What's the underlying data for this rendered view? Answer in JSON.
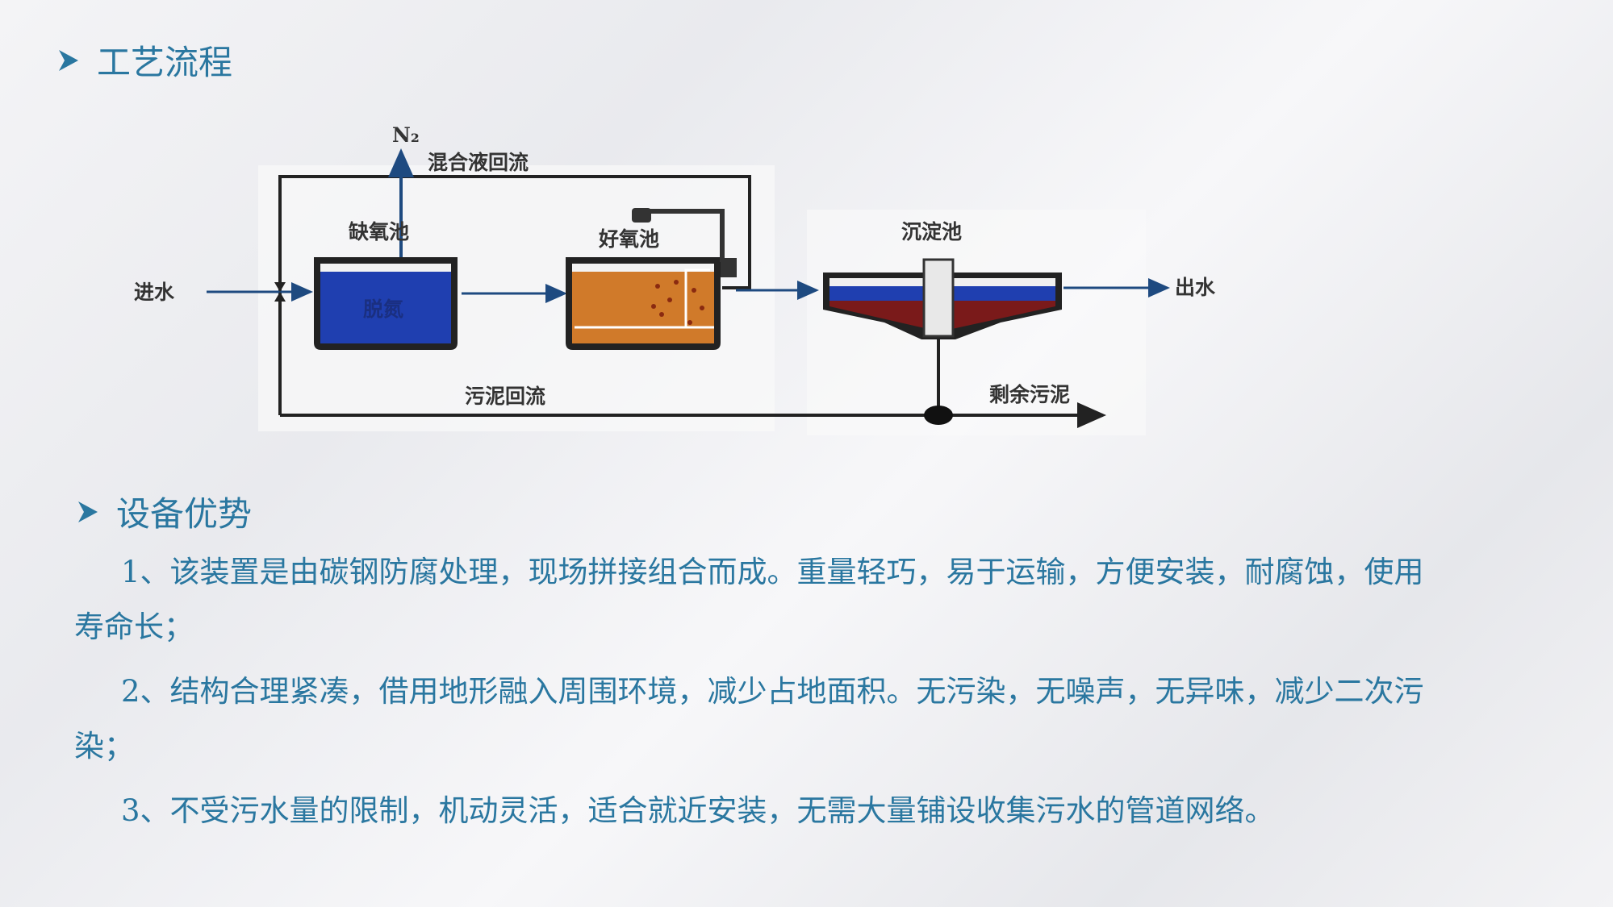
{
  "section1": {
    "title": "工艺流程",
    "icon": "triangle-bullet-icon"
  },
  "diagram": {
    "n2": "N₂",
    "mixed_return": "混合液回流",
    "anoxic_tank": "缺氧池",
    "anoxic_inner": "脱氮",
    "aerobic_tank": "好氧池",
    "settling_tank": "沉淀池",
    "inlet": "进水",
    "outlet": "出水",
    "sludge_return": "污泥回流",
    "excess_sludge": "剩余污泥",
    "colors": {
      "anoxic": "#1f3fb0",
      "aerobic": "#d07a2a",
      "sludge": "#7a1a1a",
      "line": "#222222",
      "arrow": "#1e4a80"
    }
  },
  "section2": {
    "title": "设备优势",
    "icon": "triangle-bullet-icon"
  },
  "paragraphs": [
    "1、该装置是由碳钢防腐处理，现场拼接组合而成。重量轻巧，易于运输，方便安装，耐腐蚀，使用寿命长；",
    "2、结构合理紧凑，借用地形融入周围环境，减少占地面积。无污染，无噪声，无异味，减少二次污染；",
    "3、不受污水量的限制，机动灵活，适合就近安装，无需大量铺设收集污水的管道网络。"
  ],
  "text_color": "#2a77a0"
}
